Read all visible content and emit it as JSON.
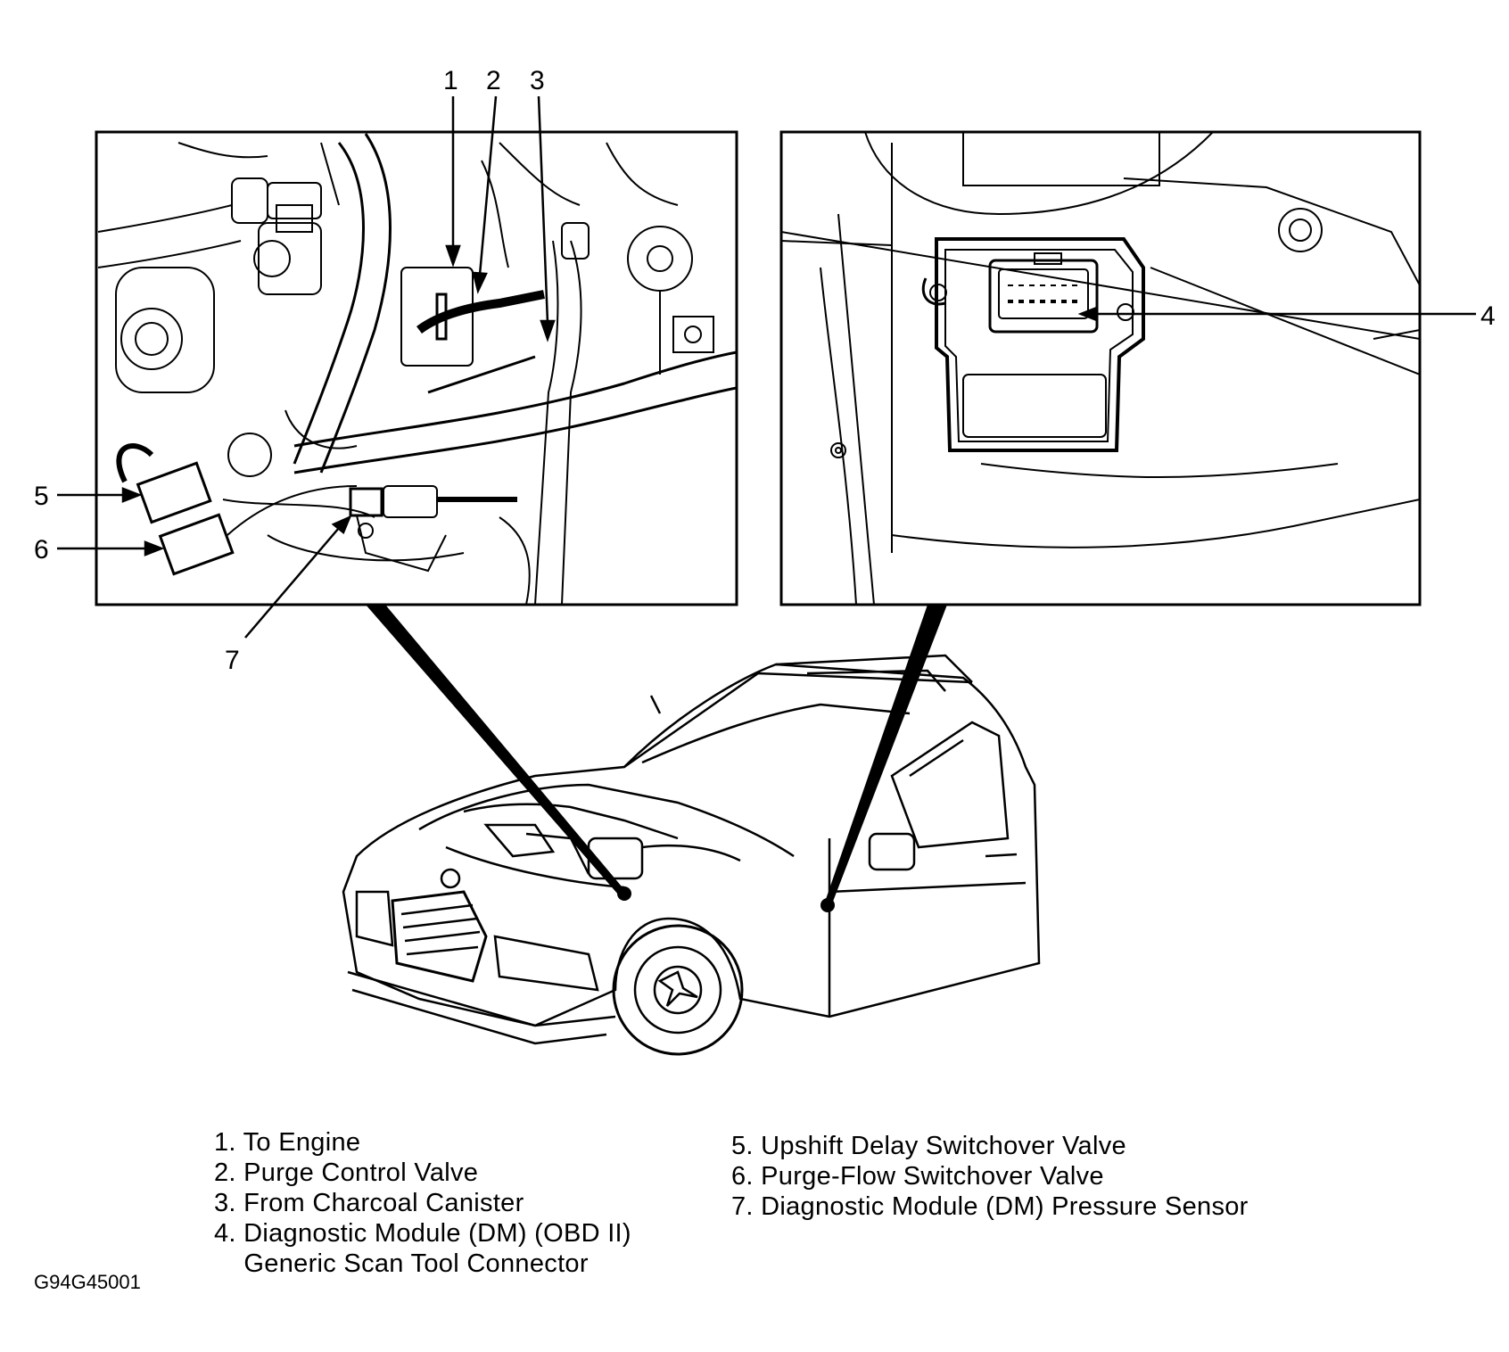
{
  "callouts": [
    "1",
    "2",
    "3",
    "4",
    "5",
    "6",
    "7"
  ],
  "legend_left": [
    "1. To Engine",
    "2. Purge Control Valve",
    "3. From Charcoal Canister",
    "4. Diagnostic Module (DM) (OBD II)",
    "    Generic Scan Tool Connector"
  ],
  "legend_right": [
    "5. Upshift Delay Switchover Valve",
    "6. Purge-Flow Switchover Valve",
    "7. Diagnostic Module (DM) Pressure Sensor"
  ],
  "figure_id": "G94G45001"
}
